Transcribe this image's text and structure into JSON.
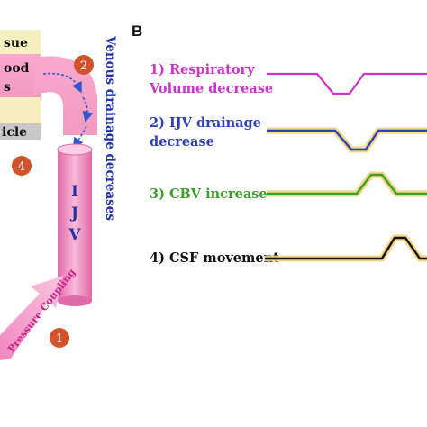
{
  "panel_b_label": "B",
  "left_panel": {
    "box_labels": [
      "sue",
      "ood",
      "s",
      "icle"
    ],
    "vertical_label": "Venous drainage decreases",
    "tube_letters": [
      "I",
      "J",
      "V"
    ],
    "pressure_label": "Pressure Coupling",
    "badges": [
      "1",
      "2",
      "4"
    ]
  },
  "right_panel": {
    "rows": [
      {
        "lines": [
          "1) Respiratory",
          "Volume decrease"
        ],
        "color": "#cc33cc",
        "glow": false,
        "bump": "dip"
      },
      {
        "lines": [
          "2) IJV drainage",
          "decrease"
        ],
        "color": "#2e3fb5",
        "glow": true,
        "bump": "dip"
      },
      {
        "lines": [
          "3) CBV increase"
        ],
        "color": "#3f9e2c",
        "glow": true,
        "bump": "peak"
      },
      {
        "lines": [
          "4) CSF movement"
        ],
        "color": "#111111",
        "glow": true,
        "bump": "peak"
      }
    ]
  },
  "colors": {
    "tissue_box": "#f6efc0",
    "blood_box": "#f7b2d0",
    "ventricle_box": "#c8c8c8",
    "badge": "#d3542a",
    "vertical_text": "#2233aa",
    "tube_text": "#2233aa",
    "glow": "#f0d27a"
  }
}
